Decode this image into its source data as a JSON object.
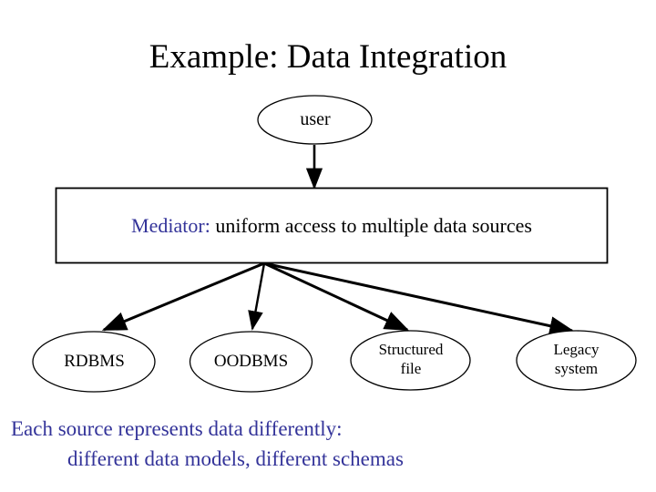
{
  "slide": {
    "title": "Example: Data Integration",
    "background_color": "#ffffff",
    "accent_color": "#333399",
    "stroke_color": "#000000"
  },
  "diagram": {
    "type": "flow-diagram",
    "nodes": [
      {
        "id": "user",
        "shape": "ellipse",
        "label": "user",
        "lines": [
          "user"
        ]
      },
      {
        "id": "mediator",
        "shape": "rectangle",
        "label": "Mediator: uniform access to multiple data sources",
        "keyword": "Mediator:",
        "rest": " uniform access to multiple data sources"
      },
      {
        "id": "rdbms",
        "shape": "ellipse",
        "label": "RDBMS",
        "lines": [
          "RDBMS"
        ]
      },
      {
        "id": "oodbms",
        "shape": "ellipse",
        "label": "OODBMS",
        "lines": [
          "OODBMS"
        ]
      },
      {
        "id": "structured-file",
        "shape": "ellipse",
        "label": "Structured file",
        "lines": [
          "Structured",
          "file"
        ]
      },
      {
        "id": "legacy-system",
        "shape": "ellipse",
        "label": "Legacy system",
        "lines": [
          "Legacy",
          "system"
        ]
      }
    ],
    "edges": [
      {
        "from": "user",
        "to": "mediator",
        "arrow": "down"
      },
      {
        "from": "mediator",
        "to": "rdbms",
        "arrow": "down-left"
      },
      {
        "from": "mediator",
        "to": "oodbms",
        "arrow": "down"
      },
      {
        "from": "mediator",
        "to": "structured-file",
        "arrow": "down-right"
      },
      {
        "from": "mediator",
        "to": "legacy-system",
        "arrow": "down-right"
      }
    ]
  },
  "caption": {
    "line1": "Each source represents data differently:",
    "line2": "different data models, different schemas"
  }
}
